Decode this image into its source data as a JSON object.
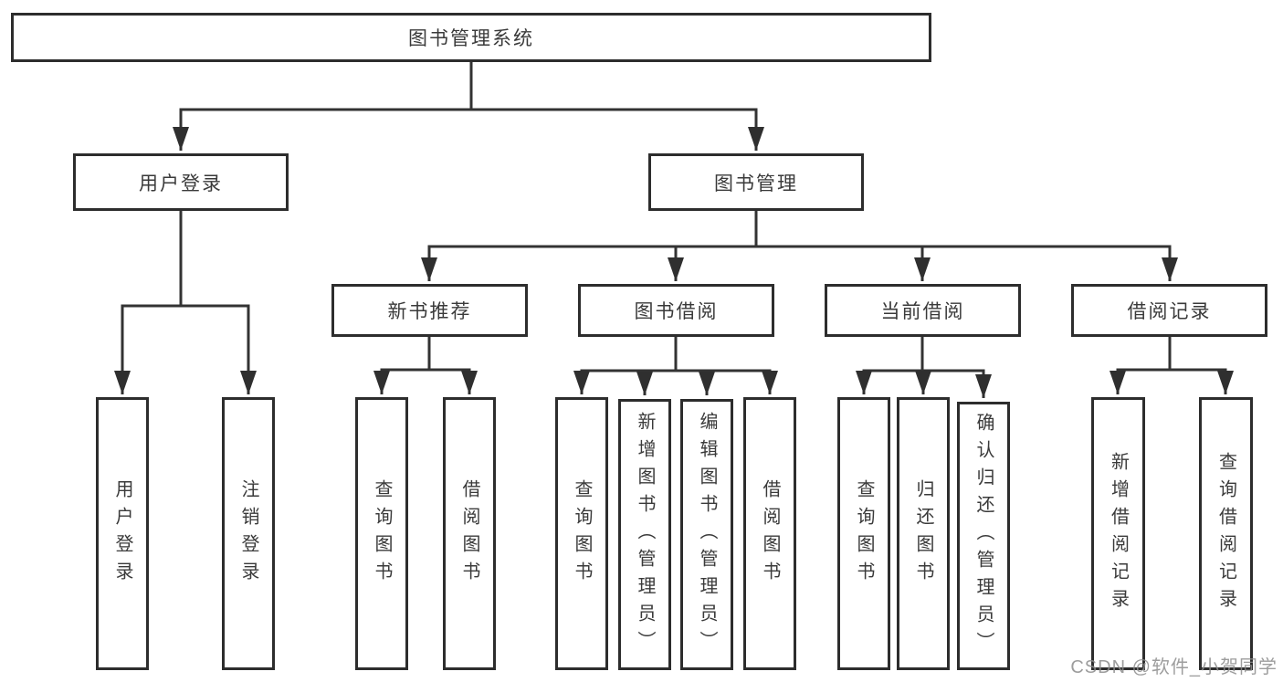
{
  "nodes": {
    "root": "图书管理系统",
    "level2": [
      "用户登录",
      "图书管理"
    ],
    "level3": [
      "新书推荐",
      "图书借阅",
      "当前借阅",
      "借阅记录"
    ],
    "leaves": {
      "user_login": [
        "用户登录",
        "注销登录"
      ],
      "new_books": [
        "查询图书",
        "借阅图书"
      ],
      "book_borrow": [
        "查询图书",
        "新增图书（管理员）",
        "编辑图书（管理员）",
        "借阅图书"
      ],
      "current_borrow": [
        "查询图书",
        "归还图书",
        "确认归还（管理员）"
      ],
      "borrow_record": [
        "新增借阅记录",
        "查询借阅记录"
      ]
    }
  },
  "watermark": "CSDN @软件_小贺同学",
  "colors": {
    "line": "#333333",
    "box_border": "#2d2d2d",
    "text": "#3a3a3a",
    "watermark": "#8c8c8c",
    "background": "#ffffff"
  }
}
